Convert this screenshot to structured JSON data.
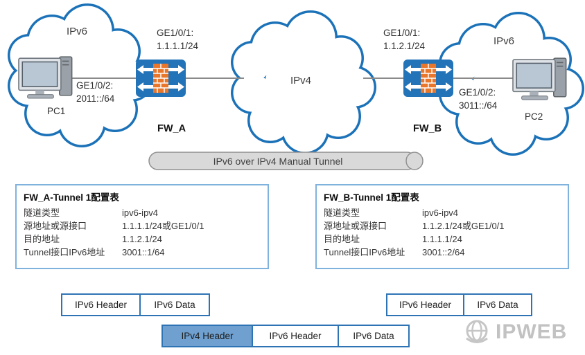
{
  "diagram": {
    "clouds": {
      "left": "IPv6",
      "center": "IPv4",
      "right": "IPv6"
    },
    "pc1": "PC1",
    "pc2": "PC2",
    "fw_a": "FW_A",
    "fw_b": "FW_B",
    "fw_a_wan": {
      "line1": "GE1/0/1:",
      "line2": "1.1.1.1/24"
    },
    "fw_a_lan": {
      "line1": "GE1/0/2:",
      "line2": "2011::/64"
    },
    "fw_b_wan": {
      "line1": "GE1/0/1:",
      "line2": "1.1.2.1/24"
    },
    "fw_b_lan": {
      "line1": "GE1/0/2:",
      "line2": "3011::/64"
    },
    "tunnel": "IPv6 over IPv4 Manual Tunnel"
  },
  "tables": [
    {
      "title": "FW_A-Tunnel 1配置表",
      "rows": [
        {
          "label": "隧道类型",
          "value": "ipv6-ipv4"
        },
        {
          "label": "源地址或源接口",
          "value": "1.1.1.1/24或GE1/0/1"
        },
        {
          "label": "目的地址",
          "value": "1.1.2.1/24"
        },
        {
          "label": "Tunnel接口IPv6地址",
          "value": "3001::1/64"
        }
      ]
    },
    {
      "title": "FW_B-Tunnel 1配置表",
      "rows": [
        {
          "label": "隧道类型",
          "value": "ipv6-ipv4"
        },
        {
          "label": "源地址或源接口",
          "value": "1.1.2.1/24或GE1/0/1"
        },
        {
          "label": "目的地址",
          "value": "1.1.1.1/24"
        },
        {
          "label": "Tunnel接口IPv6地址",
          "value": "3001::2/64"
        }
      ]
    }
  ],
  "packets": {
    "pc1": [
      "IPv6 Header",
      "IPv6 Data"
    ],
    "pc2": [
      "IPv6 Header",
      "IPv6 Data"
    ],
    "tunnel": [
      "IPv4 Header",
      "IPv6 Header",
      "IPv6 Data"
    ]
  },
  "watermark": {
    "text": "IPWEB"
  },
  "colors": {
    "cloud_stroke": "#1b72b8",
    "firewall_blue": "#2273b8",
    "brick_orange": "#e8772c",
    "table_border": "#7fb2dc",
    "packet_border": "#2e74b5",
    "packet_fill_highlight": "#6fa0d0",
    "tunnel_fill": "#d9d9d9"
  }
}
